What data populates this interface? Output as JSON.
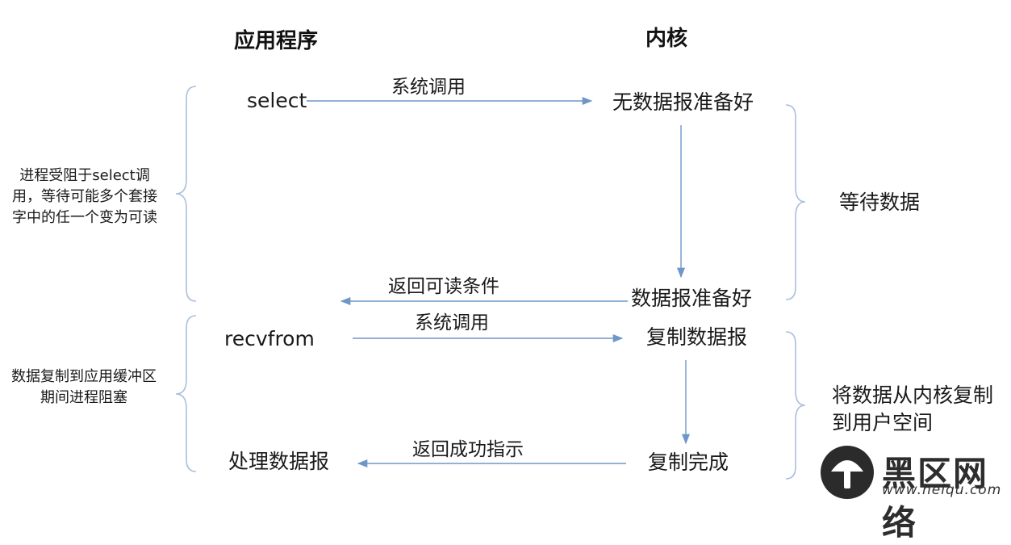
{
  "headers": {
    "app": "应用程序",
    "kernel": "内核"
  },
  "app_labels": {
    "select": "select",
    "recvfrom": "recvfrom",
    "process": "处理数据报"
  },
  "kernel_labels": {
    "no_data": "无数据报准备好",
    "data_ready": "数据报准备好",
    "copy_data": "复制数据报",
    "copy_done": "复制完成"
  },
  "arrow_labels": {
    "syscall_1": "系统调用",
    "return_readable": "返回可读条件",
    "syscall_2": "系统调用",
    "return_success": "返回成功指示"
  },
  "left_notes": {
    "blocked_select": "进程受阻于select调用，等待可能多个套接字中的任一个变为可读",
    "blocked_copy": "数据复制到应用缓冲区期间进程阻塞"
  },
  "right_notes": {
    "wait_data": "等待数据",
    "copy_kernel_user": "将数据从内核复制到用户空间"
  },
  "watermark": {
    "title": "黑区网络",
    "url": "www.heiqu.com"
  },
  "colors": {
    "arrow": "#6e97c7",
    "brace": "#a9bfdd",
    "logo_bg": "#2b2b2b",
    "logo_fg": "#ffffff"
  }
}
